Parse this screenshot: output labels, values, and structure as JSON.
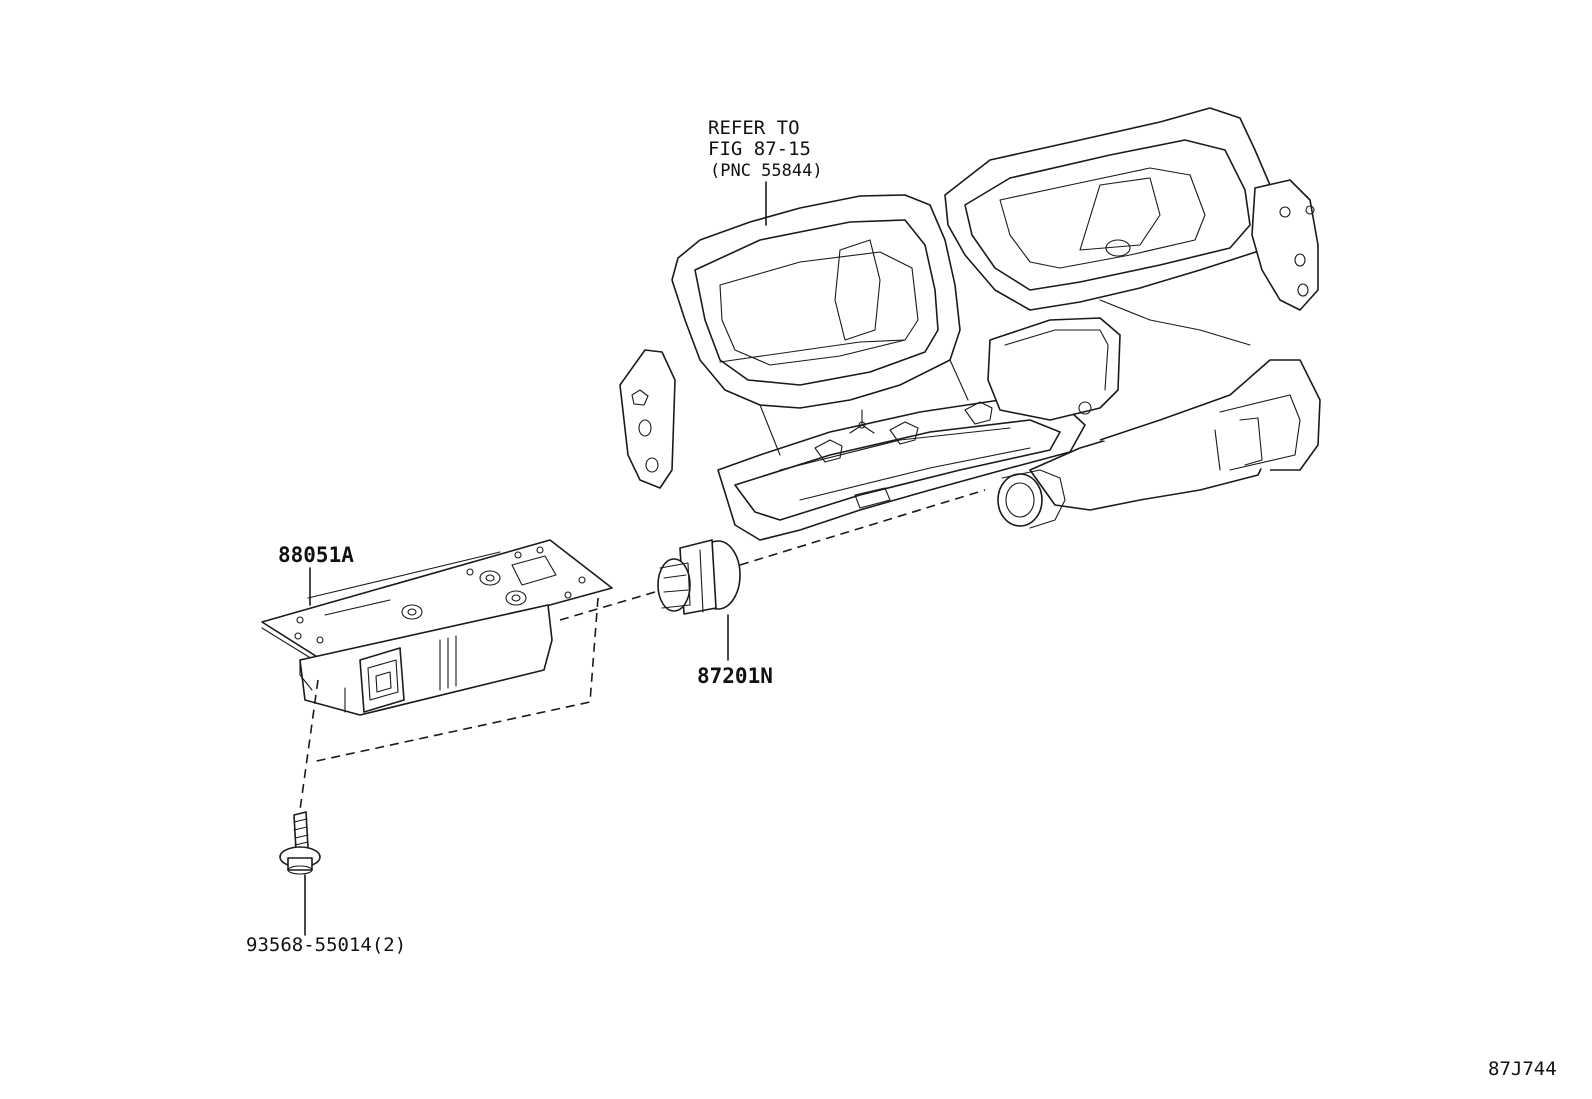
{
  "callouts": {
    "refer_line1": "REFER TO",
    "refer_line2": "FIG 87-15",
    "refer_line3": "(PNC 55844)",
    "part_88051a": "88051A",
    "part_87201n": "87201N",
    "part_93568": "93568-55014(2)"
  },
  "figure_id": "87J744"
}
